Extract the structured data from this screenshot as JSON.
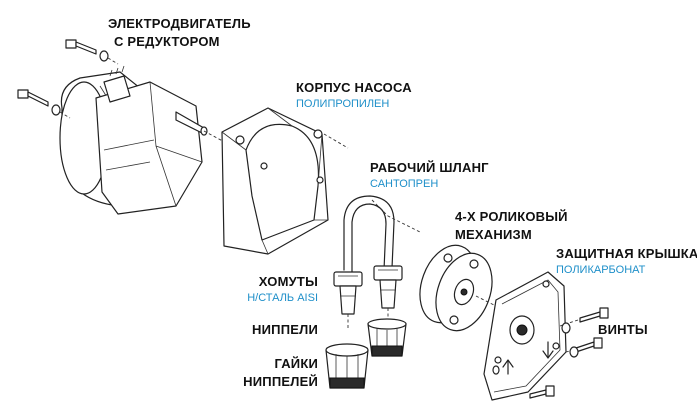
{
  "accent_color": "#1e8fc9",
  "labels": {
    "motor_line1": "ЭЛЕКТРОДВИГАТЕЛЬ",
    "motor_line2": "С РЕДУКТОРОМ",
    "housing": "КОРПУС НАСОСА",
    "housing_material": "ПОЛИПРОПИЛЕН",
    "hose": "РАБОЧИЙ ШЛАНГ",
    "hose_material": "САНТОПРЕН",
    "roller_line1": "4-Х РОЛИКОВЫЙ",
    "roller_line2": "МЕХАНИЗМ",
    "cover": "ЗАЩИТНАЯ КРЫШКА",
    "cover_material": "ПОЛИКАРБОНАТ",
    "clamps": "ХОМУТЫ",
    "clamps_material": "Н/СТАЛЬ AISI",
    "nipples": "НИППЕЛИ",
    "nuts_line1": "ГАЙКИ",
    "nuts_line2": "НИППЕЛЕЙ",
    "screws": "ВИНТЫ"
  }
}
